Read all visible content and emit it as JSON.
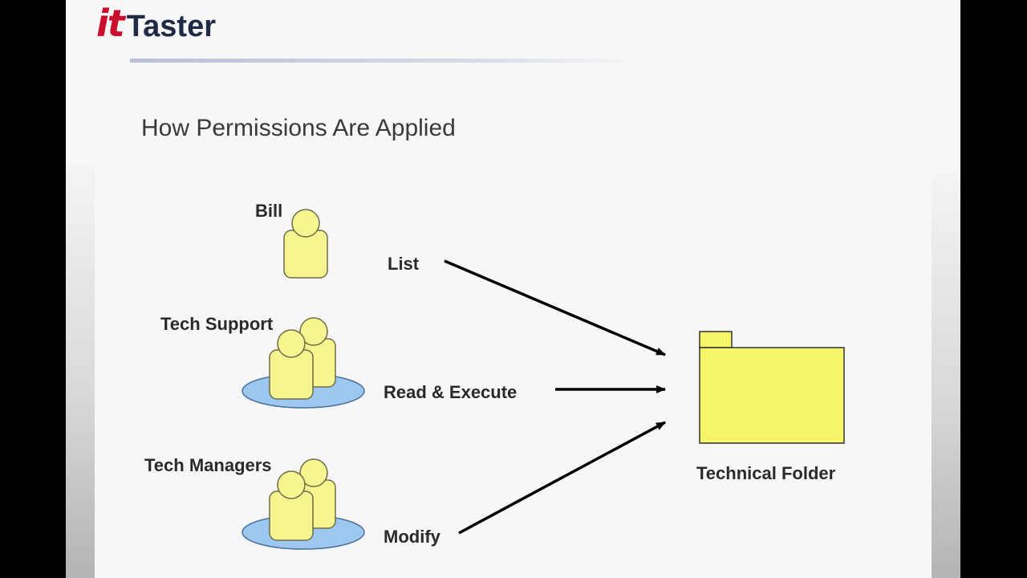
{
  "header": {
    "logo": {
      "it": "it",
      "taster": "Taster"
    },
    "title": "How Permissions Are Applied"
  },
  "diagram": {
    "subjects": [
      {
        "name": "Bill",
        "permission": "List"
      },
      {
        "name": "Tech Support",
        "permission": "Read & Execute"
      },
      {
        "name": "Tech Managers",
        "permission": "Modify"
      }
    ],
    "target": "Technical Folder"
  },
  "colors": {
    "person_fill": "#f7f58f",
    "group_ellipse": "#9cc7f0",
    "folder_fill": "#f7f56a",
    "logo_it": "#c8102e",
    "logo_taster": "#1f2a44"
  }
}
